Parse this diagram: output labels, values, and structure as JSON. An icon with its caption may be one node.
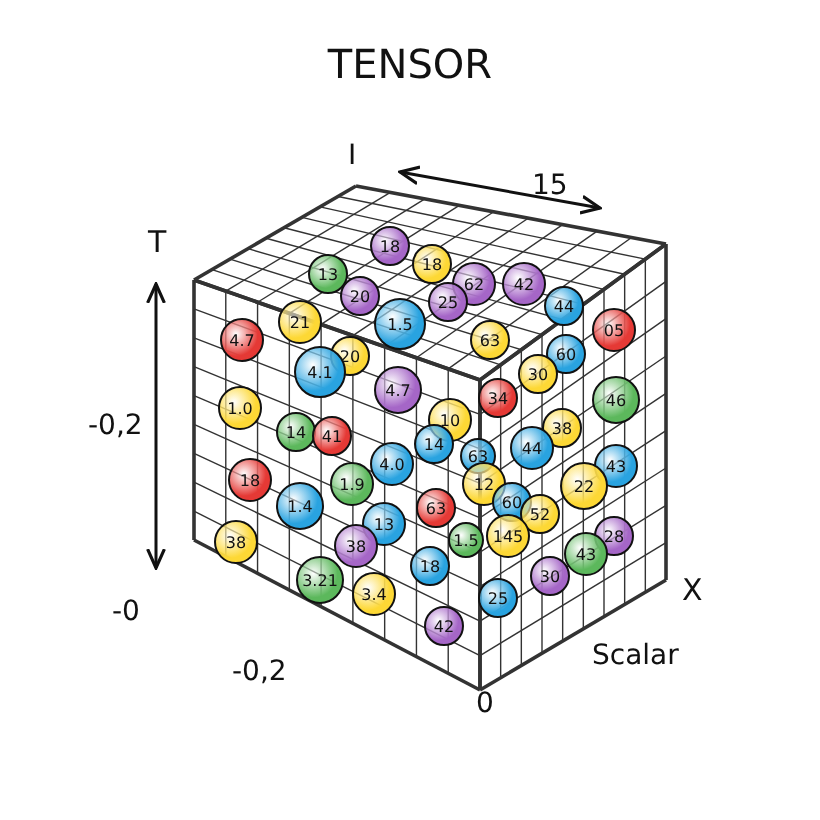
{
  "diagram": {
    "title": "TENSOR",
    "nodes": [
      {
        "text": [
          "18"
        ]
      },
      {
        "text": [
          "18"
        ]
      },
      {
        "text": [
          "13"
        ]
      },
      {
        "text": [
          "62"
        ]
      },
      {
        "text": [
          "42"
        ]
      },
      {
        "text": [
          "20"
        ]
      },
      {
        "text": [
          "25"
        ]
      },
      {
        "text": [
          "1.5"
        ]
      },
      {
        "text": [
          "44"
        ]
      },
      {
        "text": [
          "4.7"
        ]
      },
      {
        "text": [
          "21"
        ]
      },
      {
        "text": [
          "05"
        ]
      },
      {
        "text": [
          "63"
        ]
      },
      {
        "text": [
          "20"
        ]
      },
      {
        "text": [
          "4.1"
        ]
      },
      {
        "text": [
          "60"
        ]
      },
      {
        "text": [
          "30"
        ]
      },
      {
        "text": [
          "1.0"
        ]
      },
      {
        "text": [
          "4.7"
        ]
      },
      {
        "text": [
          "34"
        ]
      },
      {
        "text": [
          "10"
        ]
      },
      {
        "text": [
          "46"
        ]
      },
      {
        "text": [
          "14"
        ]
      },
      {
        "text": [
          "41"
        ]
      },
      {
        "text": [
          "38"
        ]
      },
      {
        "text": [
          "14"
        ]
      },
      {
        "text": [
          "4.0"
        ]
      },
      {
        "text": [
          "44"
        ]
      },
      {
        "text": [
          "63"
        ]
      },
      {
        "text": [
          "43"
        ]
      },
      {
        "text": [
          "18"
        ]
      },
      {
        "text": [
          "1.9"
        ]
      },
      {
        "text": [
          "12"
        ]
      },
      {
        "text": [
          "1.4"
        ]
      },
      {
        "text": [
          "63"
        ]
      },
      {
        "text": [
          "22"
        ]
      },
      {
        "text": [
          "60"
        ]
      },
      {
        "text": [
          "13"
        ]
      },
      {
        "text": [
          "52"
        ]
      },
      {
        "text": [
          "38"
        ]
      },
      {
        "text": [
          "38"
        ]
      },
      {
        "text": [
          "1.5"
        ]
      },
      {
        "text": [
          "145"
        ]
      },
      {
        "text": [
          "28"
        ]
      },
      {
        "text": [
          "18"
        ]
      },
      {
        "text": [
          "43"
        ]
      },
      {
        "text": [
          "3.21"
        ]
      },
      {
        "text": [
          "3.4"
        ]
      },
      {
        "text": [
          "30"
        ]
      },
      {
        "text": [
          "25"
        ]
      },
      {
        "text": [
          "42"
        ]
      }
    ],
    "labels": [
      "I",
      "15",
      "T",
      "-0,2",
      "-0",
      "X",
      "-0,2",
      "Scalar",
      "0"
    ]
  }
}
